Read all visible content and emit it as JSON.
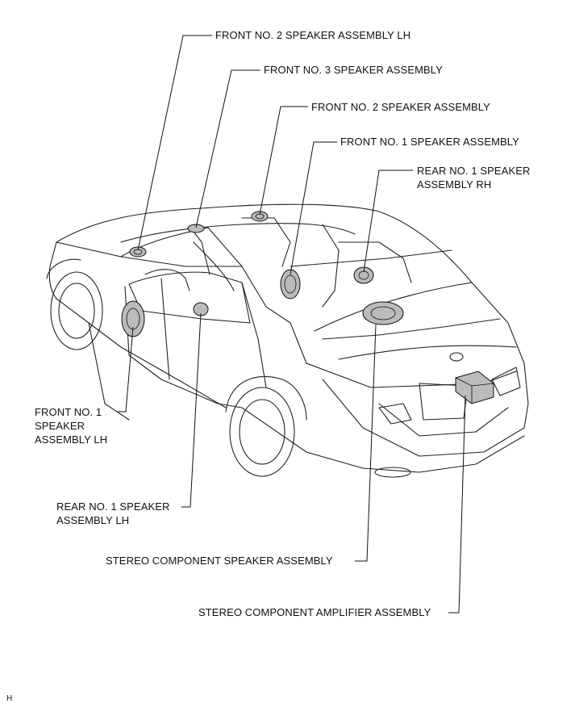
{
  "labels": {
    "front_no2_lh": "FRONT NO. 2  SPEAKER ASSEMBLY LH",
    "front_no3": "FRONT NO. 3 SPEAKER ASSEMBLY",
    "front_no2": "FRONT NO. 2 SPEAKER ASSEMBLY",
    "front_no1": "FRONT NO. 1 SPEAKER ASSEMBLY",
    "rear_no1_rh": [
      "REAR NO. 1 SPEAKER",
      "ASSEMBLY RH"
    ],
    "front_no1_lh": [
      "FRONT NO. 1",
      "SPEAKER",
      "ASSEMBLY LH"
    ],
    "rear_no1_lh": [
      "REAR NO. 1 SPEAKER",
      "ASSEMBLY LH"
    ],
    "stereo_speaker": "STEREO COMPONENT SPEAKER ASSEMBLY",
    "stereo_amplifier": "STEREO COMPONENT AMPLIFIER ASSEMBLY"
  },
  "corner_mark": "H"
}
